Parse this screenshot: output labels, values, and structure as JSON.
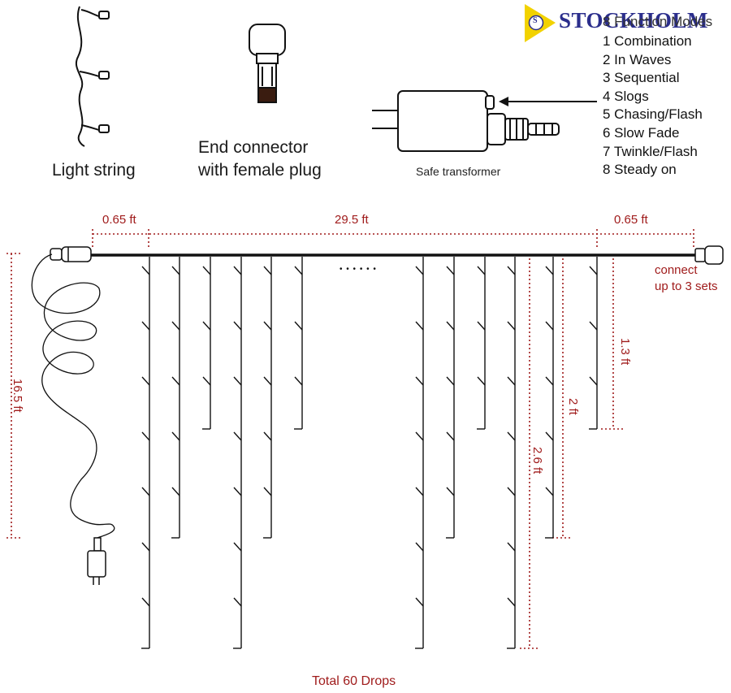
{
  "brand": {
    "name_part1": "STOCK",
    "name_part2": "HOLM",
    "logo_letter": "S",
    "colors": {
      "blue": "#2b2e8c",
      "gold": "#f2d200"
    }
  },
  "components": {
    "light_string": "Light string",
    "end_connector_line1": "End connector",
    "end_connector_line2": "with female plug",
    "transformer": "Safe transformer"
  },
  "modes": {
    "title": "8 Function Modes",
    "items": [
      "1 Combination",
      "2 In Waves",
      "3 Sequential",
      "4 Slogs",
      "5 Chasing/Flash",
      "6 Slow Fade",
      "7 Twinkle/Flash",
      "8 Steady on"
    ]
  },
  "dimensions": {
    "left_offset": "0.65 ft",
    "main_length": "29.5 ft",
    "right_offset": "0.65 ft",
    "lead_length": "16.5 ft",
    "drop_short": "1.3 ft",
    "drop_mid": "2 ft",
    "drop_long": "2.6 ft"
  },
  "connect_note_line1": "connect",
  "connect_note_line2": "up to 3 sets",
  "ellipsis": "• • • • • •",
  "total": "Total 60 Drops",
  "colors": {
    "dimension_red": "#a01c1c",
    "wire": "#111111"
  }
}
